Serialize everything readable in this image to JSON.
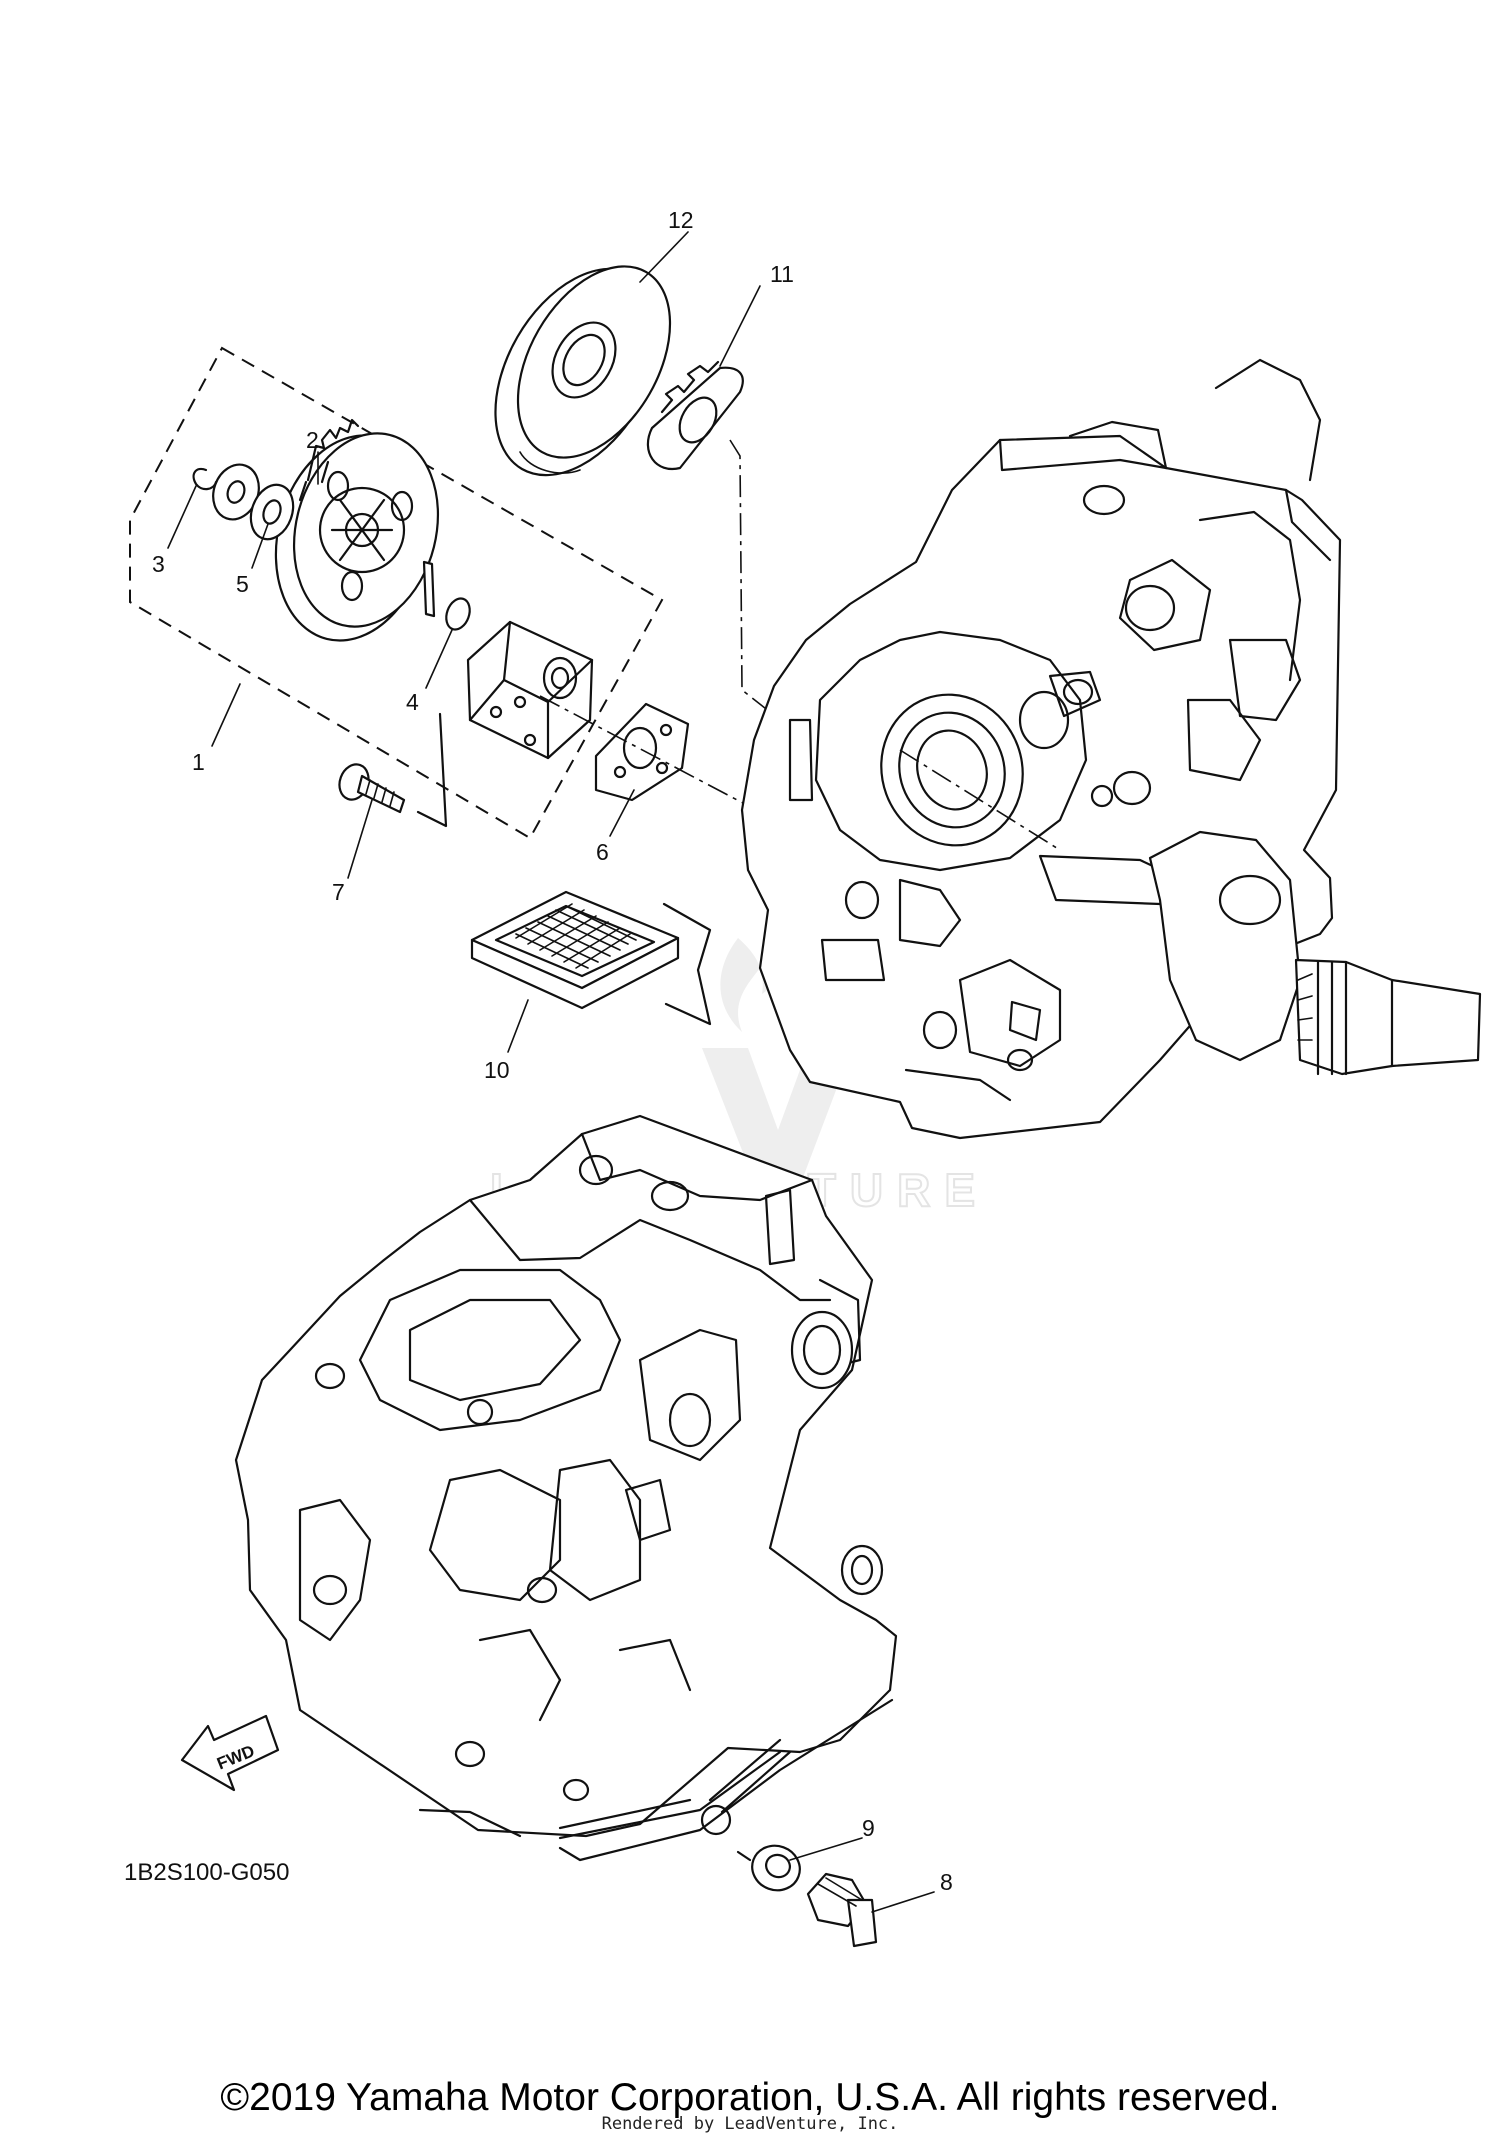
{
  "diagram": {
    "code": "1B2S100-G050",
    "fwd_label": "FWD",
    "watermark": "LEADVENTURE",
    "callouts": {
      "p1": "1",
      "p2": "2",
      "p3": "3",
      "p4": "4",
      "p5": "5",
      "p6": "6",
      "p7": "7",
      "p8": "8",
      "p9": "9",
      "p10": "10",
      "p11": "11",
      "p12": "12"
    }
  },
  "footer": {
    "copyright": "©2019 Yamaha Motor Corporation, U.S.A. All rights reserved.",
    "rendered_by": "Rendered by LeadVenture, Inc."
  }
}
